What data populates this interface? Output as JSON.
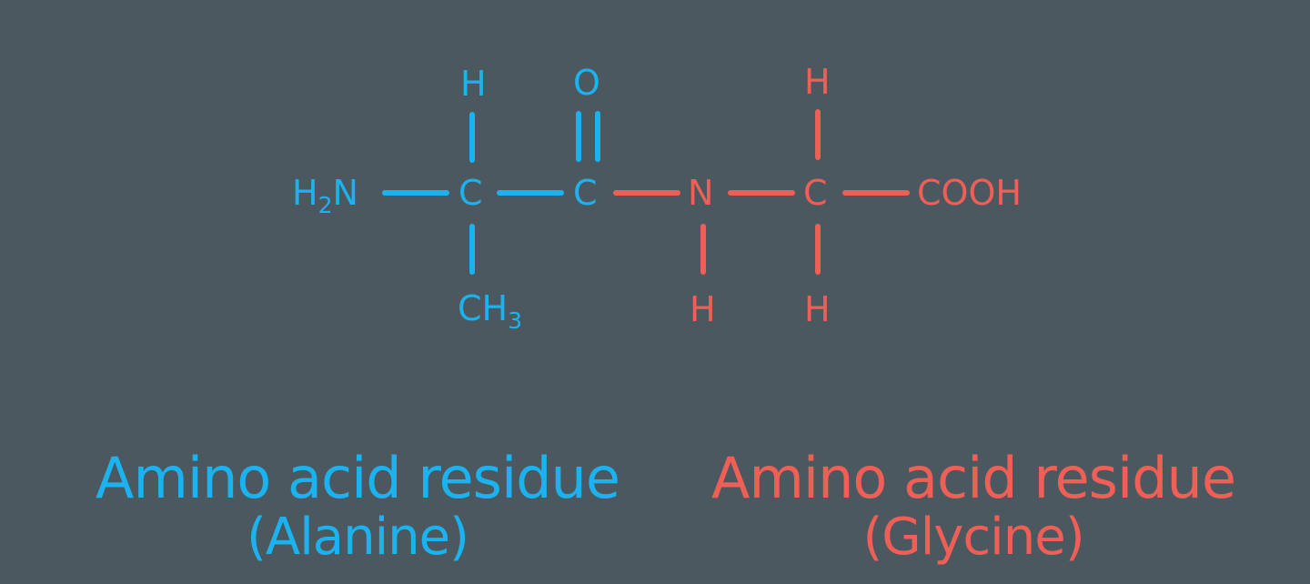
{
  "colors": {
    "background": "#4c5860",
    "alanine": "#1bb3ef",
    "glycine": "#ef5f56"
  },
  "molecule": {
    "alanine": {
      "amine_group": {
        "main": "H",
        "sub": "2",
        "tail": "N"
      },
      "alpha_carbon": "C",
      "alpha_hydrogen": "H",
      "side_chain": {
        "main": "CH",
        "sub": "3"
      },
      "carbonyl_carbon": "C",
      "carbonyl_oxygen": "O"
    },
    "glycine": {
      "amide_nitrogen": "N",
      "amide_hydrogen": "H",
      "alpha_carbon": "C",
      "alpha_hydrogen_top": "H",
      "alpha_hydrogen_bottom": "H",
      "carboxyl_group": "COOH"
    }
  },
  "labels": {
    "left": {
      "line1": "Amino acid residue",
      "line2": "(Alanine)"
    },
    "right": {
      "line1": "Amino acid residue",
      "line2": "(Glycine)"
    }
  }
}
